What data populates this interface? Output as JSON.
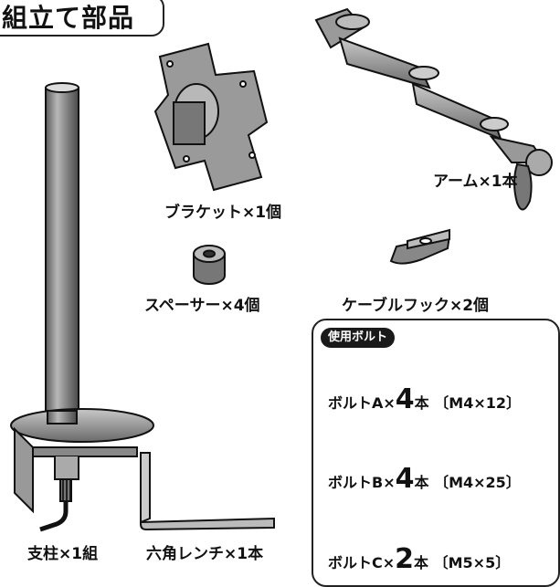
{
  "title": "組立て部品",
  "parts": {
    "arm": "アーム×1本",
    "bracket": "ブラケット×1個",
    "spacer": "スペーサー×4個",
    "cable_hook": "ケーブルフック×2個",
    "pole": "支柱×1組",
    "hex_wrench": "六角レンチ×1本"
  },
  "bolts": {
    "badge": "使用ボルト",
    "a": {
      "prefix": "ボルトA×",
      "count": "4",
      "unit": "本",
      "spec": "〔M4×12〕"
    },
    "b": {
      "prefix": "ボルトB×",
      "count": "4",
      "unit": "本",
      "spec": "〔M4×25〕"
    },
    "c": {
      "prefix": "ボルトC×",
      "count": "2",
      "unit": "本",
      "spec": "〔M5×5〕"
    }
  }
}
